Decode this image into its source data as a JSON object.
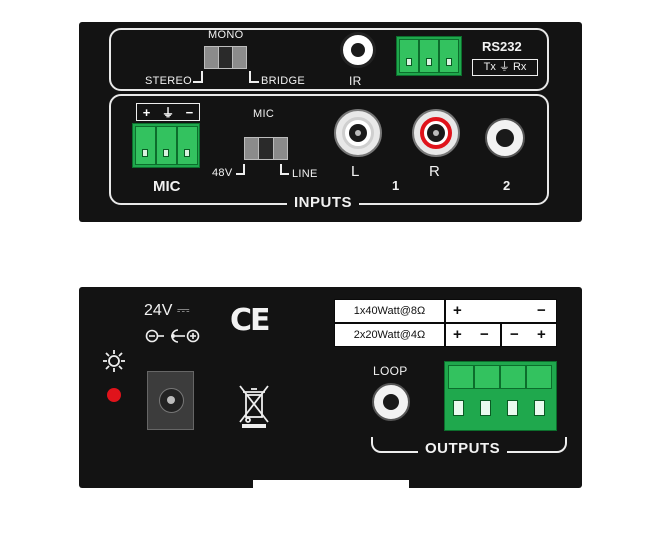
{
  "top_panel": {
    "mode_switch": {
      "top_label": "MONO",
      "left_label": "STEREO",
      "right_label": "BRIDGE"
    },
    "ir_label": "IR",
    "rs232": {
      "title": "RS232",
      "pins": "Tx ⏚ Rx"
    },
    "mic_terminal": {
      "pins": [
        "+",
        "⏚",
        "−"
      ],
      "label": "MIC"
    },
    "input_switch": {
      "top_label": "MIC",
      "left_label": "48V",
      "right_label": "LINE"
    },
    "rca_left_label": "L",
    "rca_right_label": "R",
    "input_1_label": "1",
    "input_2_label": "2",
    "inputs_label": "INPUTS"
  },
  "bottom_panel": {
    "power_label": "24V",
    "power_dc_symbol": "⎓",
    "ce_mark": "CE",
    "loop_label": "LOOP",
    "outputs_label": "OUTPUTS",
    "output_table": {
      "row1": {
        "label": "1x40Watt@8Ω",
        "left_sign": "+",
        "right_sign": "−"
      },
      "row2": {
        "label": "2x20Watt@4Ω",
        "signs": [
          "+",
          "−",
          "−",
          "+"
        ]
      }
    },
    "colors": {
      "led": "#e0131b",
      "terminal_green": "#1fa84d",
      "panel": "#131313"
    }
  }
}
